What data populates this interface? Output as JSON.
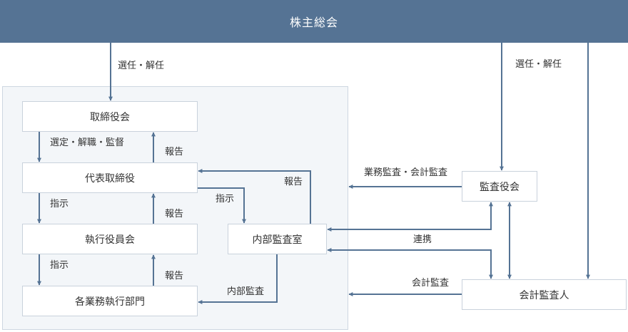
{
  "header": {
    "title": "株主総会"
  },
  "colors": {
    "header_bg": "#557394",
    "arrow": "#557394",
    "region_bg": "#f3f6f9"
  },
  "nodes": {
    "board": "取締役会",
    "representative": "代表取締役",
    "executive_committee": "執行役員会",
    "departments": "各業務執行部門",
    "internal_audit": "内部監査室",
    "audit_board": "監査役会",
    "accounting_auditor": "会計監査人"
  },
  "labels": {
    "elect_dismiss_left": "選任・解任",
    "elect_dismiss_right": "選任・解任",
    "select_dismiss_supervise": "選定・解職・監督",
    "report_1": "報告",
    "report_2": "報告",
    "report_3": "報告",
    "report_internal": "報告",
    "instruct_1": "指示",
    "instruct_2": "指示",
    "instruct_internal": "指示",
    "internal_audit_flow": "内部監査",
    "business_accounting_audit": "業務監査・会計監査",
    "cooperation": "連携",
    "accounting_audit": "会計監査"
  }
}
